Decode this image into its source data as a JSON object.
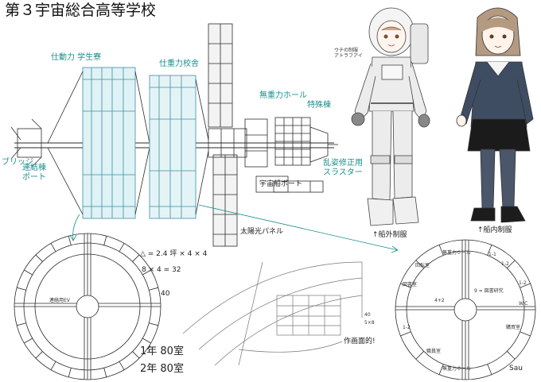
{
  "title": "第３宇宙総合高等学校",
  "station_labels": {
    "left_ring": "仕動力 学生寮",
    "right_ring": "仕重力校舎",
    "zero_g_hall": "無重力ホール",
    "special_ward": "特殊棟",
    "attitude_thruster": "乱姿修正用\nスラスター",
    "bridge": "ブリッジ",
    "connecting_port": "連結棟\nポート",
    "solar_panel": "太陽光パネル",
    "dock": "宇宙船ポート"
  },
  "characters": {
    "astronaut_caption": "↑船外制服",
    "uniform_caption": "↑船内制服",
    "helmet_note": "ウチの制服\nアトラフアイ"
  },
  "notes": {
    "formula_1": "△ = 2.4 坪 × 4 × 4",
    "formula_2": "8 × 4 = 32",
    "ring_dim": "40",
    "classroom_1": "1年 80室",
    "classroom_2": "2年 80室",
    "cross_note_1": "40",
    "cross_note_2": "5×8",
    "cross_note_3": "作画面的!",
    "ev_label": "連絡用EV"
  },
  "right_ring_labels": {
    "top": "無重力ホール",
    "left_top": "回転室",
    "right_top": "1-2",
    "right_top2": "1-1",
    "right_mid": "1-2",
    "wc": "W.C",
    "right_low": "購買室",
    "bottom_left": "職員室",
    "bottom": "無重力ホール",
    "left_mid": "図書室",
    "left_low": "1-2",
    "side_note": "4+2",
    "center_note": "9 = 図書研究",
    "signature": "Sau"
  }
}
